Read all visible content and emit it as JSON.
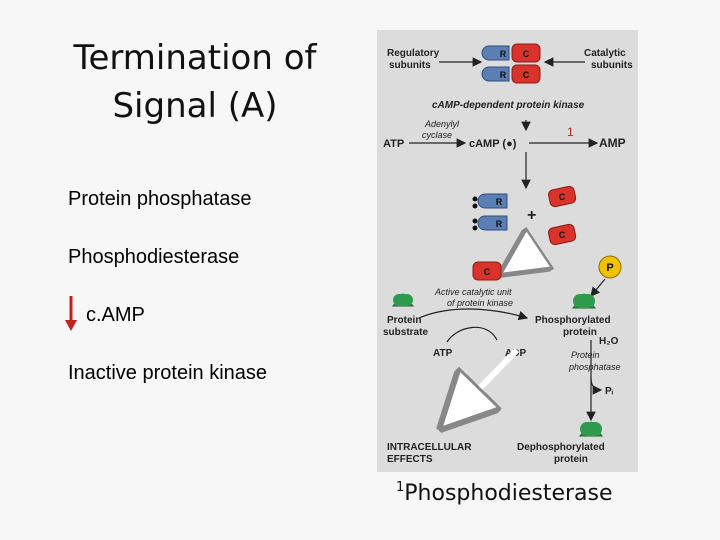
{
  "slide": {
    "title_line1": "Termination of",
    "title_line2": "Signal (A)",
    "bullets": [
      "Protein phosphatase",
      "Phosphodiesterase",
      "c.AMP",
      "Inactive protein kinase"
    ],
    "footnote_mark": "1",
    "footnote_text": "Phosphodiesterase"
  },
  "figure": {
    "regulatory_subunits": [
      "Regulatory",
      "subunits"
    ],
    "catalytic_subunits": [
      "Catalytic",
      "subunits"
    ],
    "kinase_label": "cAMP-dependent protein kinase",
    "adenylyl_cyclase": [
      "Adenylyl",
      "cyclase"
    ],
    "atp": "ATP",
    "camp": "cAMP (●)",
    "marker_1": "1",
    "amp": "AMP",
    "r": "R",
    "c": "C",
    "plus": "+",
    "p": "P",
    "active_unit": [
      "Active catalytic unit",
      "of protein kinase"
    ],
    "protein_substrate": [
      "Protein",
      "substrate"
    ],
    "phosphorylated_protein": [
      "Phosphorylated",
      "protein"
    ],
    "atp2": "ATP",
    "adp": "ADP",
    "h2o": "H₂O",
    "protein_phosphatase": [
      "Protein",
      "phosphatase"
    ],
    "pi": "Pᵢ",
    "intracellular_effects": [
      "INTRACELLULAR",
      "EFFECTS"
    ],
    "dephosphorylated_protein": [
      "Dephosphorylated",
      "protein"
    ]
  },
  "colors": {
    "regulatory": "#5b7fb4",
    "catalytic": "#d9342b",
    "protein": "#2e9a4c",
    "phosphate": "#f2c200",
    "arrow_red": "#c0231c",
    "panel": "#dcdcdc"
  }
}
